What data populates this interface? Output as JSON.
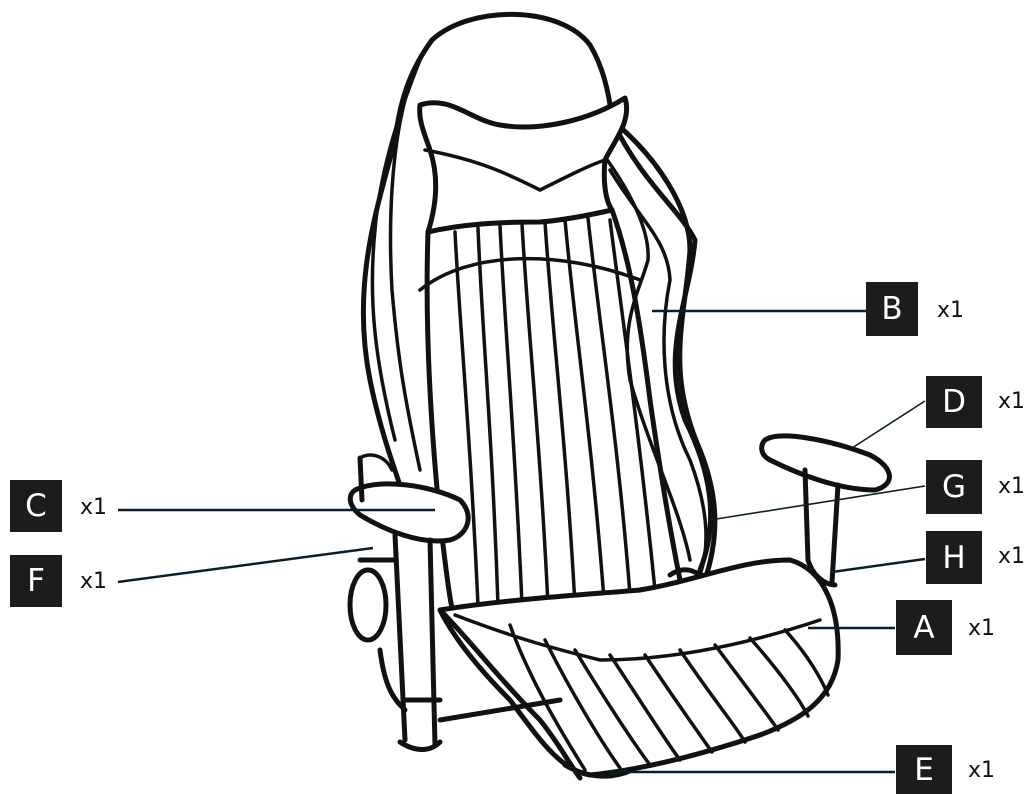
{
  "parts": [
    {
      "letter": "B",
      "qty": "x1"
    },
    {
      "letter": "D",
      "qty": "x1"
    },
    {
      "letter": "G",
      "qty": "x1"
    },
    {
      "letter": "C",
      "qty": "x1"
    },
    {
      "letter": "H",
      "qty": "x1"
    },
    {
      "letter": "F",
      "qty": "x1"
    },
    {
      "letter": "A",
      "qty": "x1"
    },
    {
      "letter": "E",
      "qty": "x1"
    }
  ],
  "colors": {
    "tag_bg": "#1c1c1e",
    "tag_text": "#ffffff",
    "line": "#111111"
  }
}
